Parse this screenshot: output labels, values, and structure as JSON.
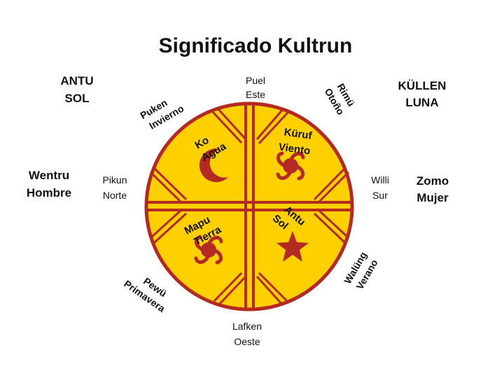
{
  "title": "Significado Kultrun",
  "colors": {
    "disc": "#FFD000",
    "line": "#B22A22"
  },
  "outer": {
    "antu": [
      "ANTU",
      "SOL"
    ],
    "kullen": [
      "KÜLLEN",
      "LUNA"
    ],
    "wentru": [
      "Wentru",
      "Hombre"
    ],
    "zomo": [
      "Zomo",
      "Mujer"
    ]
  },
  "directions": {
    "puel": [
      "Puel",
      "Este"
    ],
    "pikun": [
      "Pikun",
      "Norte"
    ],
    "willi": [
      "Willi",
      "Sur"
    ],
    "lafken": [
      "Lafken",
      "Oeste"
    ]
  },
  "seasons": {
    "puken": [
      "Puken",
      "Invierno"
    ],
    "rimu": [
      "Rimü",
      "Otoño"
    ],
    "pewu": [
      "Pewü",
      "Primavera"
    ],
    "walung": [
      "Walüng",
      "Verano"
    ]
  },
  "quadrants": {
    "ko": [
      "Ko",
      "Agua"
    ],
    "kuruf": [
      "Küruf",
      "Viento"
    ],
    "mapu": [
      "Mapu",
      "Tierra"
    ],
    "antu": [
      "Antu",
      "Sol"
    ]
  },
  "icons": [
    "moon-icon",
    "wind-swirl-icon",
    "earth-swirl-icon",
    "star-icon"
  ]
}
